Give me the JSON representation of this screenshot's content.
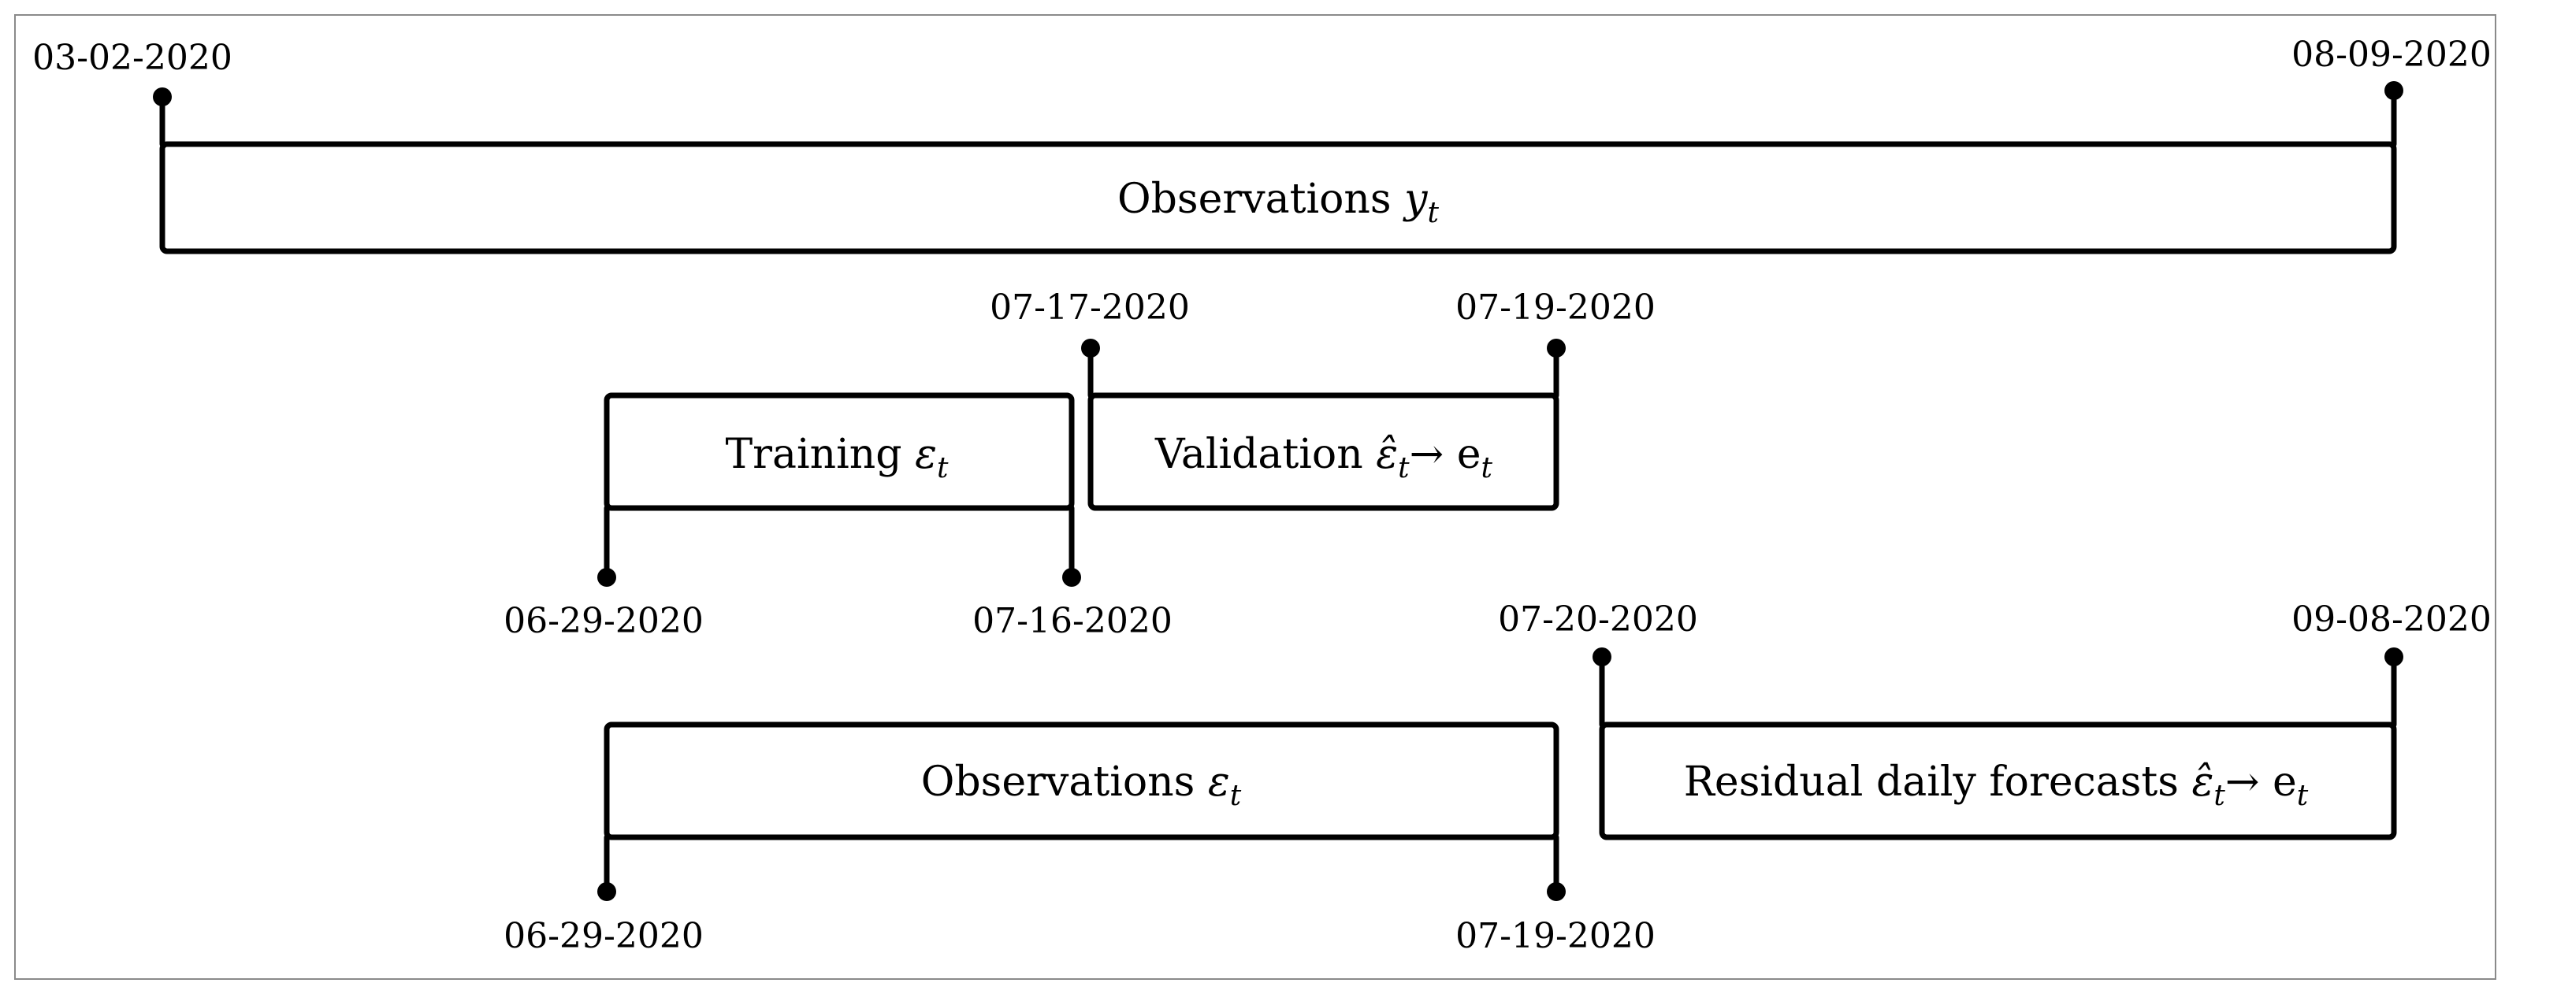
{
  "bars": [
    {
      "key": "obs_y",
      "label": "Observations",
      "symbol": "y",
      "subscript": "t",
      "suffix": "",
      "start_date": "03-02-2020",
      "end_date": "08-09-2020"
    },
    {
      "key": "training",
      "label": "Training",
      "symbol": "ε",
      "subscript": "t",
      "suffix": "",
      "start_date": "06-29-2020",
      "end_date": "07-16-2020"
    },
    {
      "key": "validation",
      "label": "Validation",
      "symbol": "ε̂",
      "subscript": "t",
      "suffix": "→ e",
      "suffix_subscript": "t",
      "start_date": "07-17-2020",
      "end_date": "07-19-2020"
    },
    {
      "key": "obs_eps",
      "label": "Observations",
      "symbol": "ε",
      "subscript": "t",
      "suffix": "",
      "start_date": "06-29-2020",
      "end_date": "07-19-2020"
    },
    {
      "key": "residual",
      "label": "Residual daily forecasts",
      "symbol": "ε̂",
      "subscript": "t",
      "suffix": "→ e",
      "suffix_subscript": "t",
      "start_date": "07-20-2020",
      "end_date": "09-08-2020"
    }
  ]
}
